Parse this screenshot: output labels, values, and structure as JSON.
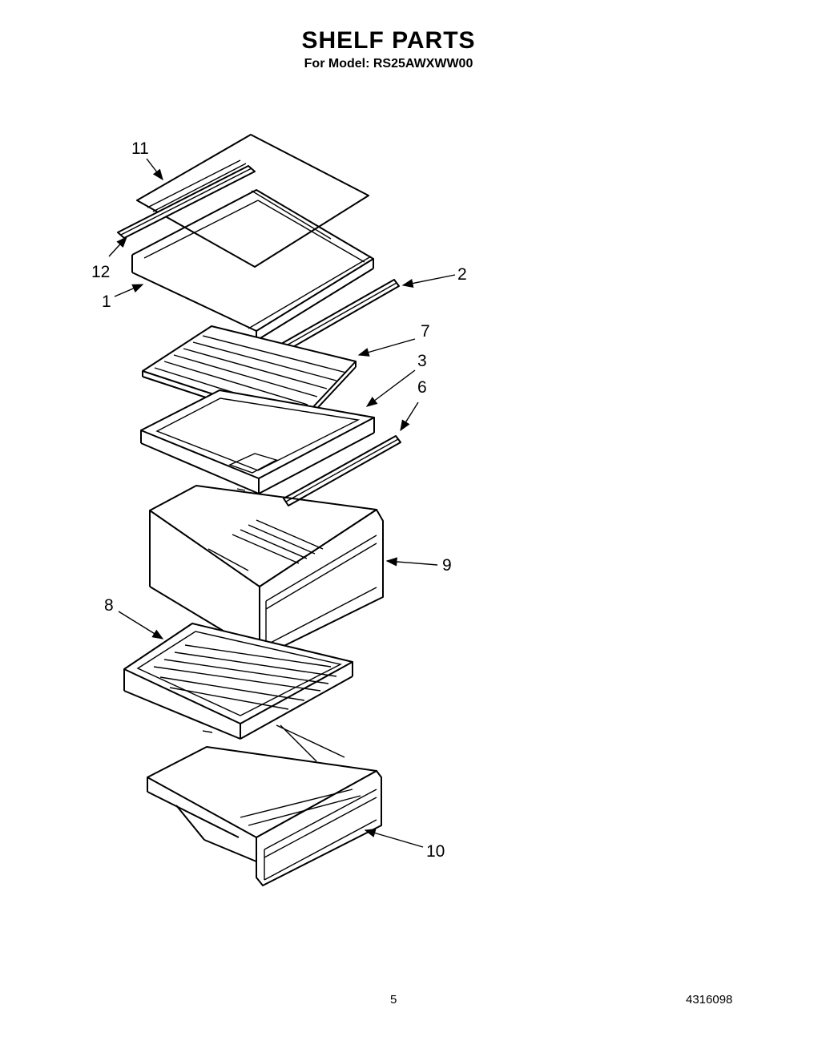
{
  "title": "SHELF PARTS",
  "subtitle": "For Model: RS25AWXWW00",
  "page_number": "5",
  "document_number": "4316098",
  "callouts": {
    "c1": "1",
    "c2": "2",
    "c3": "3",
    "c6": "6",
    "c7": "7",
    "c8": "8",
    "c9": "9",
    "c10": "10",
    "c11": "11",
    "c12": "12"
  }
}
